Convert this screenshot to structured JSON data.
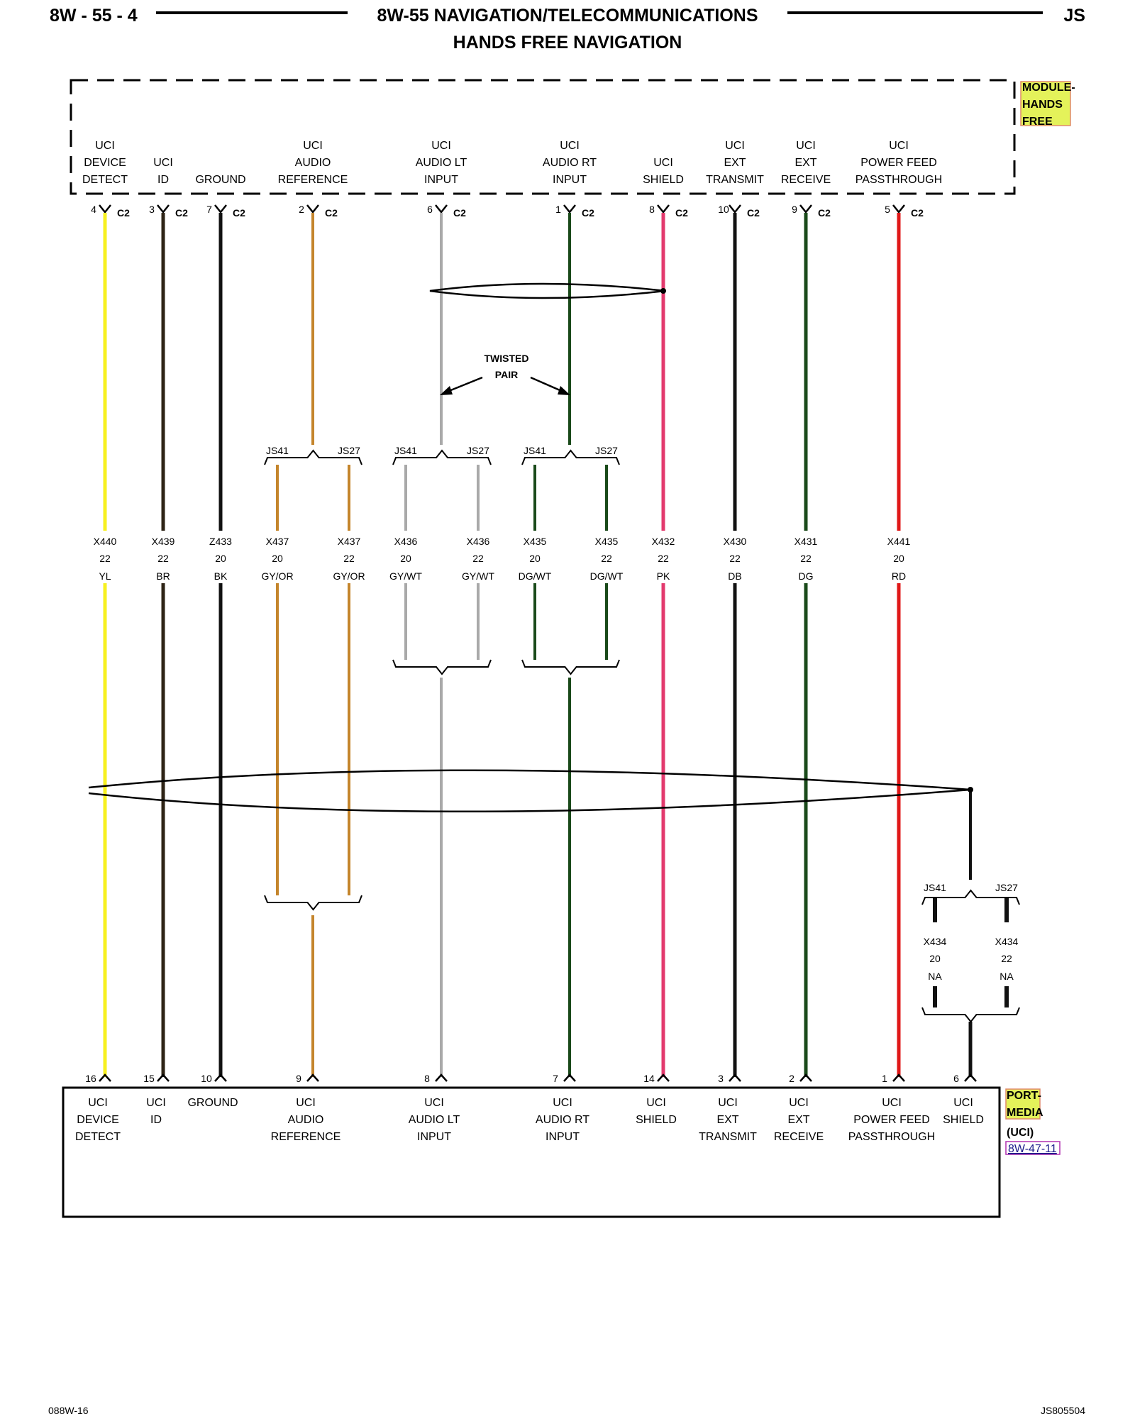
{
  "header": {
    "page_number": "8W - 55 - 4",
    "title": "8W-55 NAVIGATION/TELECOMMUNICATIONS",
    "subtitle": "HANDS FREE NAVIGATION",
    "model": "JS"
  },
  "top_module": {
    "name_lines": [
      "MODULE-",
      "HANDS",
      "FREE"
    ],
    "highlight_color": "#e4f25a",
    "connector": "C2",
    "pins": [
      {
        "pin": "4",
        "lines": [
          "UCI",
          "DEVICE",
          "DETECT"
        ]
      },
      {
        "pin": "3",
        "lines": [
          "UCI",
          "ID"
        ]
      },
      {
        "pin": "7",
        "lines": [
          "GROUND"
        ]
      },
      {
        "pin": "2",
        "lines": [
          "UCI",
          "AUDIO",
          "REFERENCE"
        ]
      },
      {
        "pin": "6",
        "lines": [
          "UCI",
          "AUDIO LT",
          "INPUT"
        ]
      },
      {
        "pin": "1",
        "lines": [
          "UCI",
          "AUDIO RT",
          "INPUT"
        ]
      },
      {
        "pin": "8",
        "lines": [
          "UCI",
          "SHIELD"
        ]
      },
      {
        "pin": "10",
        "lines": [
          "UCI",
          "EXT",
          "TRANSMIT"
        ]
      },
      {
        "pin": "9",
        "lines": [
          "UCI",
          "EXT",
          "RECEIVE"
        ]
      },
      {
        "pin": "5",
        "lines": [
          "UCI",
          "POWER FEED",
          "PASSTHROUGH"
        ]
      }
    ]
  },
  "twisted_pair_label": [
    "TWISTED",
    "PAIR"
  ],
  "splice_labels": [
    "JS41",
    "JS27"
  ],
  "wires": [
    {
      "circuit": "X440",
      "gauge": "22",
      "color_code": "YL",
      "color": "#f7f020"
    },
    {
      "circuit": "X439",
      "gauge": "22",
      "color_code": "BR",
      "color": "#2e2416"
    },
    {
      "circuit": "Z433",
      "gauge": "20",
      "color_code": "BK",
      "color": "#111111"
    },
    {
      "circuit": "X437",
      "gauge": "20",
      "color_code": "GY/OR",
      "color": "#c4852c"
    },
    {
      "circuit": "X437",
      "gauge": "22",
      "color_code": "GY/OR",
      "color": "#c4852c"
    },
    {
      "circuit": "X436",
      "gauge": "20",
      "color_code": "GY/WT",
      "color": "#a9a9a9"
    },
    {
      "circuit": "X436",
      "gauge": "22",
      "color_code": "GY/WT",
      "color": "#a9a9a9"
    },
    {
      "circuit": "X435",
      "gauge": "20",
      "color_code": "DG/WT",
      "color": "#1a4a1a"
    },
    {
      "circuit": "X435",
      "gauge": "22",
      "color_code": "DG/WT",
      "color": "#1a4a1a"
    },
    {
      "circuit": "X432",
      "gauge": "22",
      "color_code": "PK",
      "color": "#e33a6e"
    },
    {
      "circuit": "X430",
      "gauge": "22",
      "color_code": "DB",
      "color": "#111111"
    },
    {
      "circuit": "X431",
      "gauge": "22",
      "color_code": "DG",
      "color": "#1a4a1a"
    },
    {
      "circuit": "X441",
      "gauge": "20",
      "color_code": "RD",
      "color": "#e01818"
    },
    {
      "circuit": "X434",
      "gauge": "20",
      "color_code": "NA",
      "color": "#111111"
    },
    {
      "circuit": "X434",
      "gauge": "22",
      "color_code": "NA",
      "color": "#111111"
    }
  ],
  "bottom_module": {
    "name_lines": [
      "PORT-",
      "MEDIA"
    ],
    "sub": "(UCI)",
    "ref": "8W-47-11",
    "highlight_color": "#e4f25a",
    "pins": [
      {
        "pin": "16",
        "lines": [
          "UCI",
          "DEVICE",
          "DETECT"
        ]
      },
      {
        "pin": "15",
        "lines": [
          "UCI",
          "ID"
        ]
      },
      {
        "pin": "10",
        "lines": [
          "GROUND"
        ]
      },
      {
        "pin": "9",
        "lines": [
          "UCI",
          "AUDIO",
          "REFERENCE"
        ]
      },
      {
        "pin": "8",
        "lines": [
          "UCI",
          "AUDIO LT",
          "INPUT"
        ]
      },
      {
        "pin": "7",
        "lines": [
          "UCI",
          "AUDIO RT",
          "INPUT"
        ]
      },
      {
        "pin": "14",
        "lines": [
          "UCI",
          "SHIELD"
        ]
      },
      {
        "pin": "3",
        "lines": [
          "UCI",
          "EXT",
          "TRANSMIT"
        ]
      },
      {
        "pin": "2",
        "lines": [
          "UCI",
          "EXT",
          "RECEIVE"
        ]
      },
      {
        "pin": "1",
        "lines": [
          "UCI",
          "POWER FEED",
          "PASSTHROUGH"
        ]
      },
      {
        "pin": "6",
        "lines": [
          "UCI",
          "SHIELD"
        ]
      }
    ]
  },
  "footer": {
    "left": "088W-16",
    "right": "JS805504"
  }
}
